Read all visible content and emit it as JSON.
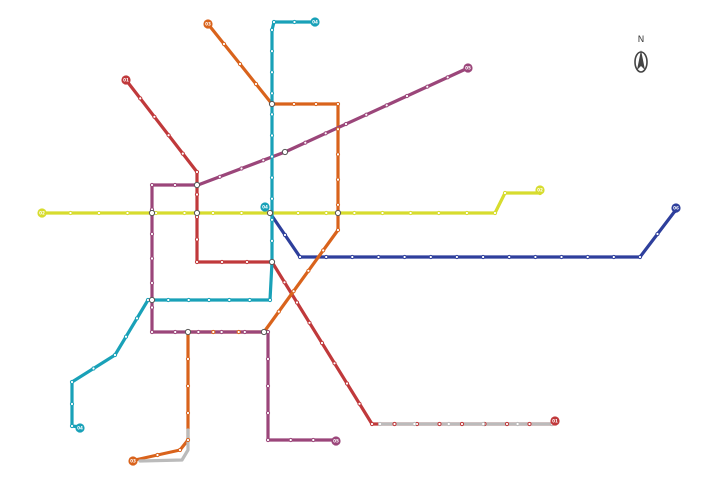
{
  "compass": {
    "label": "N"
  },
  "colors": {
    "line1": "#c0393b",
    "line2": "#d7dc2e",
    "line3": "#d9631c",
    "line4": "#19a1b8",
    "line5": "#9b467a",
    "line6": "#2e3f9c",
    "line_ext": "#bbbbbb"
  },
  "lines": [
    {
      "id": "line1",
      "badge": "01"
    },
    {
      "id": "line2",
      "badge": "02"
    },
    {
      "id": "line3",
      "badge": "03"
    },
    {
      "id": "line4",
      "badge": "04"
    },
    {
      "id": "line5",
      "badge": "05"
    },
    {
      "id": "line6",
      "badge": "06"
    }
  ]
}
